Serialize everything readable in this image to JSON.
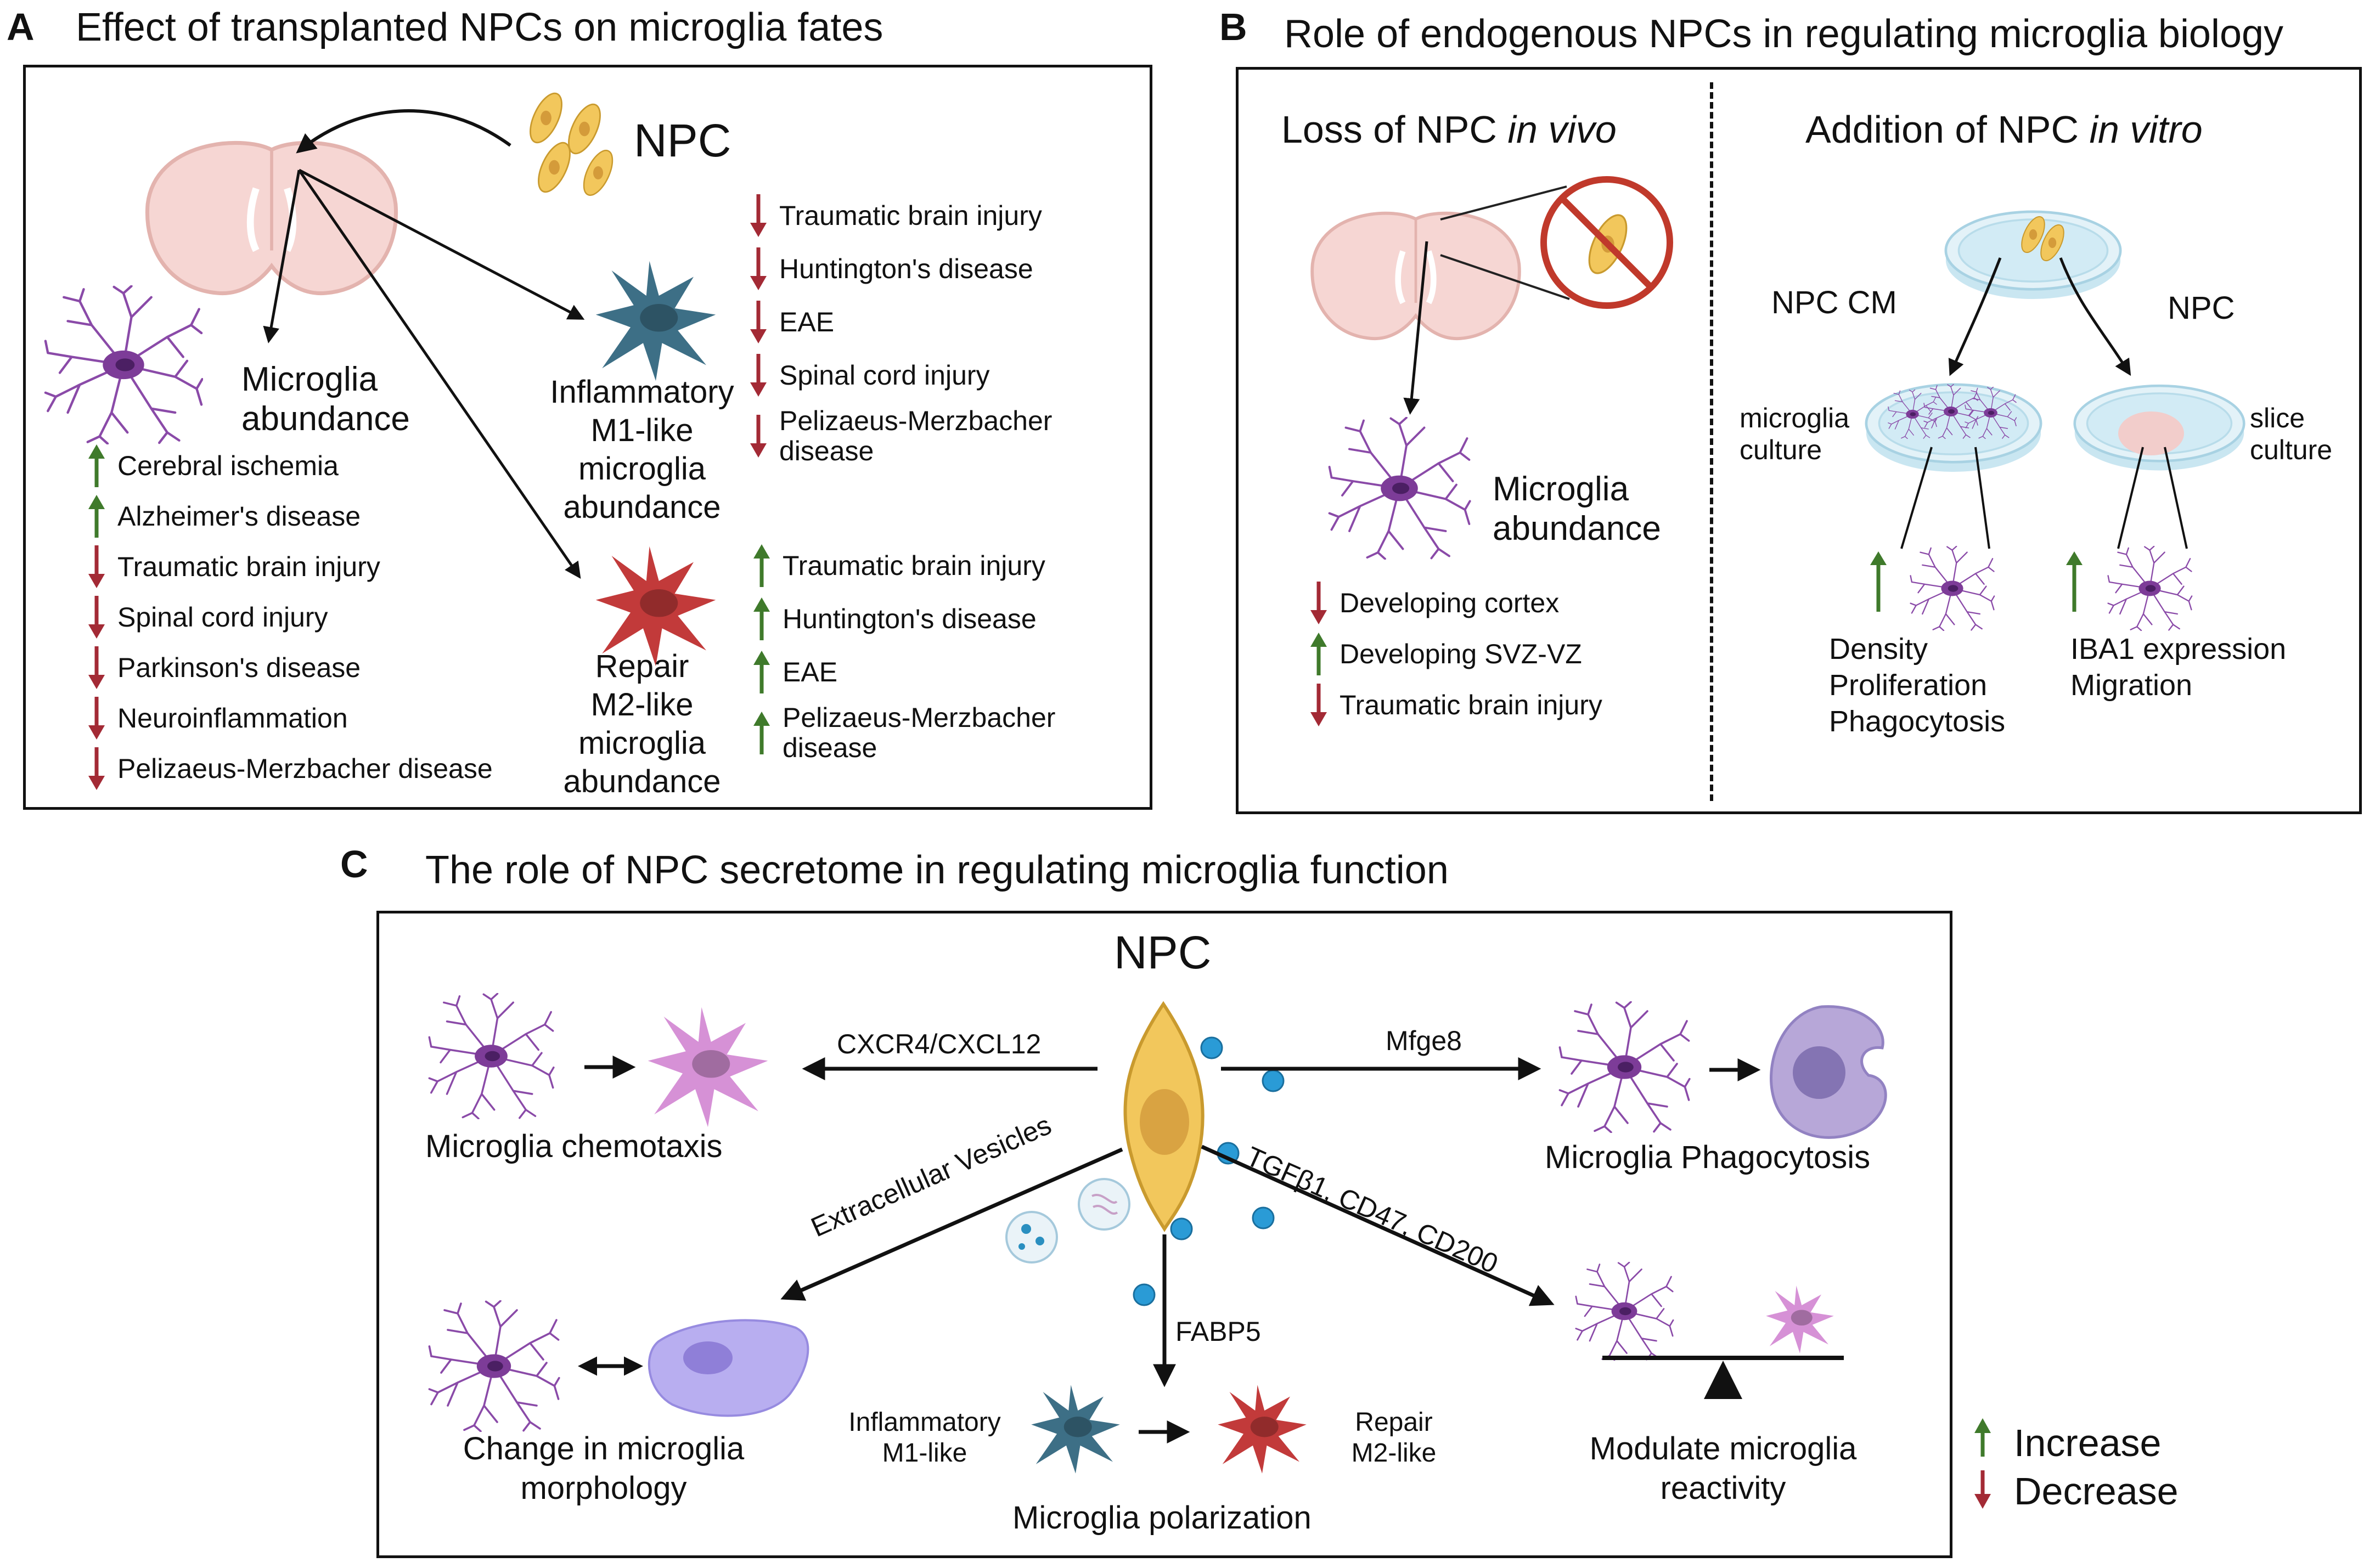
{
  "colors": {
    "up": "#3f7a2b",
    "down": "#a32a35",
    "microglia": "#7b3f97",
    "npc": "#e8b84a",
    "m1": "#3d6f86",
    "m2": "#c23a3a",
    "dish": "#dff0f7"
  },
  "panel_a": {
    "letter": "A",
    "title": "Effect of transplanted NPCs on microglia fates",
    "npc_label": "NPC",
    "microglia_label_1": "Microglia",
    "microglia_label_2": "abundance",
    "m1_label": [
      "Inflammatory",
      "M1-like",
      "microglia",
      "abundance"
    ],
    "m2_label": [
      "Repair",
      "M2-like",
      "microglia",
      "abundance"
    ],
    "microglia_items": [
      {
        "dir": "up",
        "label": "Cerebral ischemia"
      },
      {
        "dir": "up",
        "label": "Alzheimer's disease"
      },
      {
        "dir": "down",
        "label": "Traumatic brain injury"
      },
      {
        "dir": "down",
        "label": "Spinal cord injury"
      },
      {
        "dir": "down",
        "label": "Parkinson's disease"
      },
      {
        "dir": "down",
        "label": "Neuroinflammation"
      },
      {
        "dir": "down",
        "label": "Pelizaeus-Merzbacher disease"
      }
    ],
    "m1_items": [
      {
        "dir": "down",
        "label": "Traumatic brain injury"
      },
      {
        "dir": "down",
        "label": "Huntington's disease"
      },
      {
        "dir": "down",
        "label": "EAE"
      },
      {
        "dir": "down",
        "label": "Spinal cord injury"
      },
      {
        "dir": "down",
        "label": "Pelizaeus-Merzbacher",
        "label2": "disease"
      }
    ],
    "m2_items": [
      {
        "dir": "up",
        "label": "Traumatic brain injury"
      },
      {
        "dir": "up",
        "label": "Huntington's disease"
      },
      {
        "dir": "up",
        "label": "EAE"
      },
      {
        "dir": "up",
        "label": "Pelizaeus-Merzbacher",
        "label2": "disease"
      }
    ]
  },
  "panel_b": {
    "letter": "B",
    "title": "Role of endogenous NPCs in regulating microglia biology",
    "left_heading": "Loss of NPC ",
    "left_heading_italic": "in vivo",
    "right_heading": "Addition of NPC ",
    "right_heading_italic": "in vitro",
    "microglia_label_1": "Microglia",
    "microglia_label_2": "abundance",
    "loss_items": [
      {
        "dir": "down",
        "label": "Developing cortex"
      },
      {
        "dir": "up",
        "label": "Developing SVZ-VZ"
      },
      {
        "dir": "down",
        "label": "Traumatic brain injury"
      }
    ],
    "npc_cm_label": "NPC CM",
    "npc_label": "NPC",
    "microglia_culture": [
      "microglia",
      "culture"
    ],
    "slice_culture": [
      "slice",
      "culture"
    ],
    "cm_effects": [
      "Density",
      "Proliferation",
      "Phagocytosis"
    ],
    "npc_effects": [
      "IBA1 expression",
      "Migration"
    ]
  },
  "panel_c": {
    "letter": "C",
    "title": "The role of NPC secretome in regulating microglia function",
    "npc_label": "NPC",
    "cxcr4": "CXCR4/CXCL12",
    "mfge8": "Mfge8",
    "ev": "Extracellular Vesicles",
    "tgf": "TGFβ1, CD47, CD200",
    "fabp5": "FABP5",
    "chemotaxis": "Microglia chemotaxis",
    "phagocytosis": "Microglia Phagocytosis",
    "morphology": [
      "Change in microglia",
      "morphology"
    ],
    "polarization": "Microglia polarization",
    "inflammatory": [
      "Inflammatory",
      "M1-like"
    ],
    "repair": [
      "Repair",
      "M2-like"
    ],
    "reactivity": [
      "Modulate microglia",
      "reactivity"
    ]
  },
  "legend": {
    "increase": "Increase",
    "decrease": "Decrease"
  }
}
